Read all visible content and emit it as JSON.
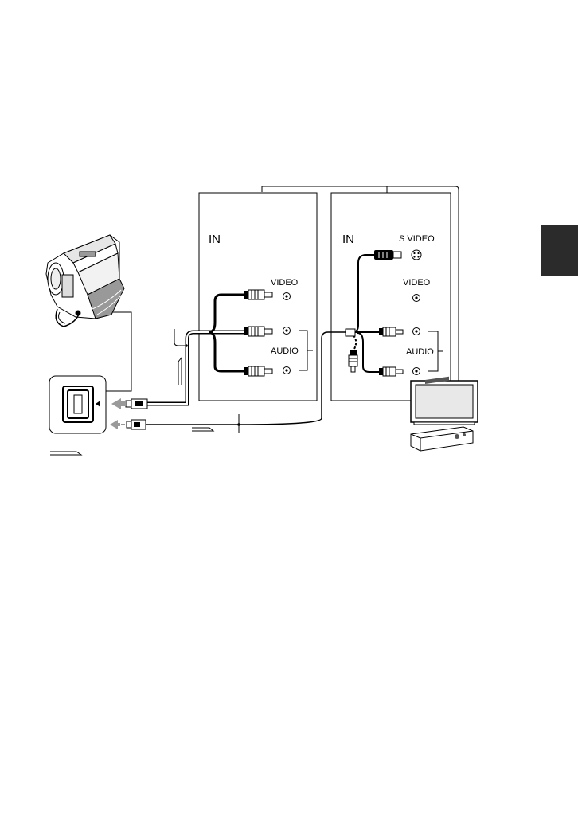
{
  "left_panel": {
    "in_label": "IN",
    "video_label": "VIDEO",
    "audio_label": "AUDIO"
  },
  "right_panel": {
    "in_label": "IN",
    "s_video_label": "S VIDEO",
    "video_label": "VIDEO",
    "audio_label": "AUDIO"
  },
  "icons": {
    "camcorder": "camcorder-icon",
    "av_jack": "av-out-jack-icon",
    "tv": "tv-icon",
    "vcr": "vcr-icon",
    "signal_flow": "signal-flow-arrow-icon"
  },
  "colors": {
    "line": "#000000",
    "cable_gray": "#9a9a9a",
    "side_tab": "#2b2b2b",
    "background": "#ffffff"
  }
}
